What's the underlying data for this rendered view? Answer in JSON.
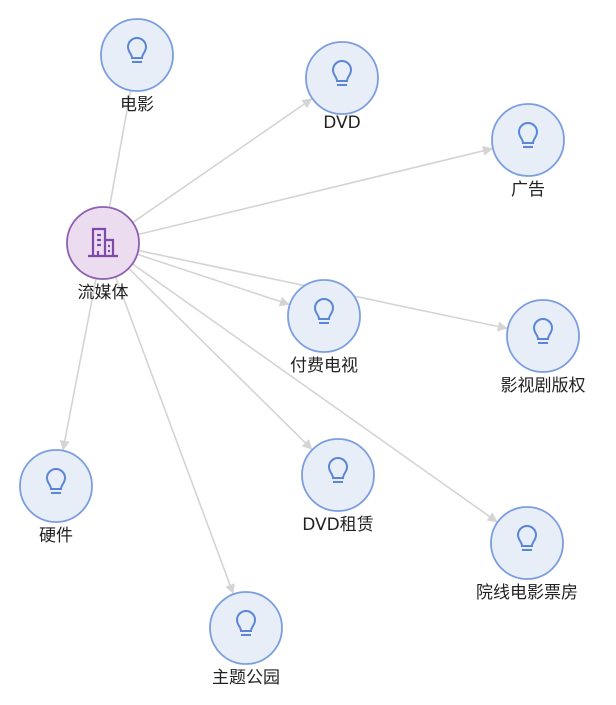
{
  "colors": {
    "edge": "#d4d4d4",
    "node_fill": "#e8eef8",
    "node_stroke": "#7b9ee0",
    "icon": "#5b86d6",
    "center_fill": "#ecdcef",
    "center_stroke": "#8d5fb0",
    "center_icon": "#7f4aa5"
  },
  "center": {
    "id": "streaming",
    "label": "流媒体",
    "icon": "building-icon"
  },
  "nodes": [
    {
      "id": "movie",
      "label": "电影",
      "icon": "lightbulb-icon"
    },
    {
      "id": "dvd",
      "label": "DVD",
      "icon": "lightbulb-icon"
    },
    {
      "id": "ads",
      "label": "广告",
      "icon": "lightbulb-icon"
    },
    {
      "id": "paytv",
      "label": "付费电视",
      "icon": "lightbulb-icon"
    },
    {
      "id": "rights",
      "label": "影视剧版权",
      "icon": "lightbulb-icon"
    },
    {
      "id": "hardware",
      "label": "硬件",
      "icon": "lightbulb-icon"
    },
    {
      "id": "dvdrental",
      "label": "DVD租赁",
      "icon": "lightbulb-icon"
    },
    {
      "id": "boxoffice",
      "label": "院线电影票房",
      "icon": "lightbulb-icon"
    },
    {
      "id": "themepark",
      "label": "主题公园",
      "icon": "lightbulb-icon"
    }
  ]
}
